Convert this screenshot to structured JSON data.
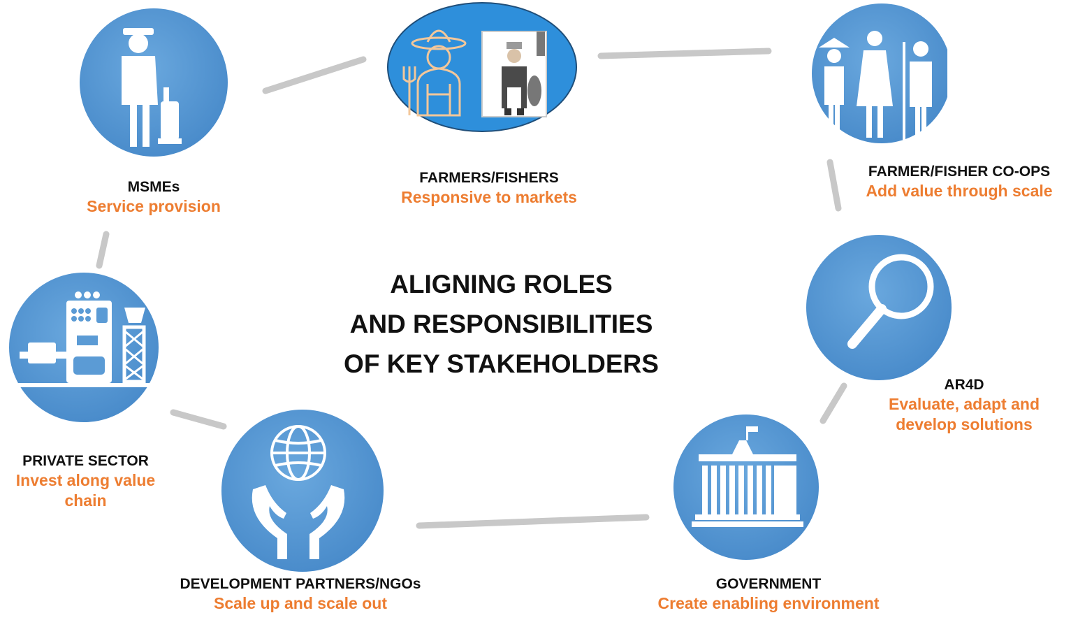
{
  "title_lines": [
    "ALIGNING ROLES",
    "AND RESPONSIBILITIES",
    "OF KEY STAKEHOLDERS"
  ],
  "colors": {
    "node_fill": "#5b9bd5",
    "node_dark": "#3f7fbf",
    "icon": "#ffffff",
    "stakeholder_name": "#111111",
    "role_text": "#ed7d31",
    "connector": "#c8c8c8"
  },
  "stakeholders": [
    {
      "id": "farmers",
      "name": "FARMERS/FISHERS",
      "role": "Responsive to markets",
      "icon": "farmer-fisher-icon"
    },
    {
      "id": "coops",
      "name": "FARMER/FISHER CO-OPS",
      "role": "Add value through scale",
      "icon": "community-group-icon"
    },
    {
      "id": "ar4d",
      "name": "AR4D",
      "role_lines": [
        "Evaluate, adapt and",
        "develop solutions"
      ],
      "icon": "magnifying-glass-icon"
    },
    {
      "id": "government",
      "name": "GOVERNMENT",
      "role": "Create enabling environment",
      "icon": "government-building-icon"
    },
    {
      "id": "devpartners",
      "name": "DEVELOPMENT PARTNERS/NGOs",
      "role": "Scale up and scale out",
      "icon": "globe-in-hands-icon"
    },
    {
      "id": "private",
      "name": "PRIVATE SECTOR",
      "role_lines": [
        "Invest along value",
        "chain"
      ],
      "icon": "factory-machinery-icon"
    },
    {
      "id": "msmes",
      "name": "MSMEs",
      "role": "Service provision",
      "icon": "worker-with-pump-icon"
    }
  ]
}
